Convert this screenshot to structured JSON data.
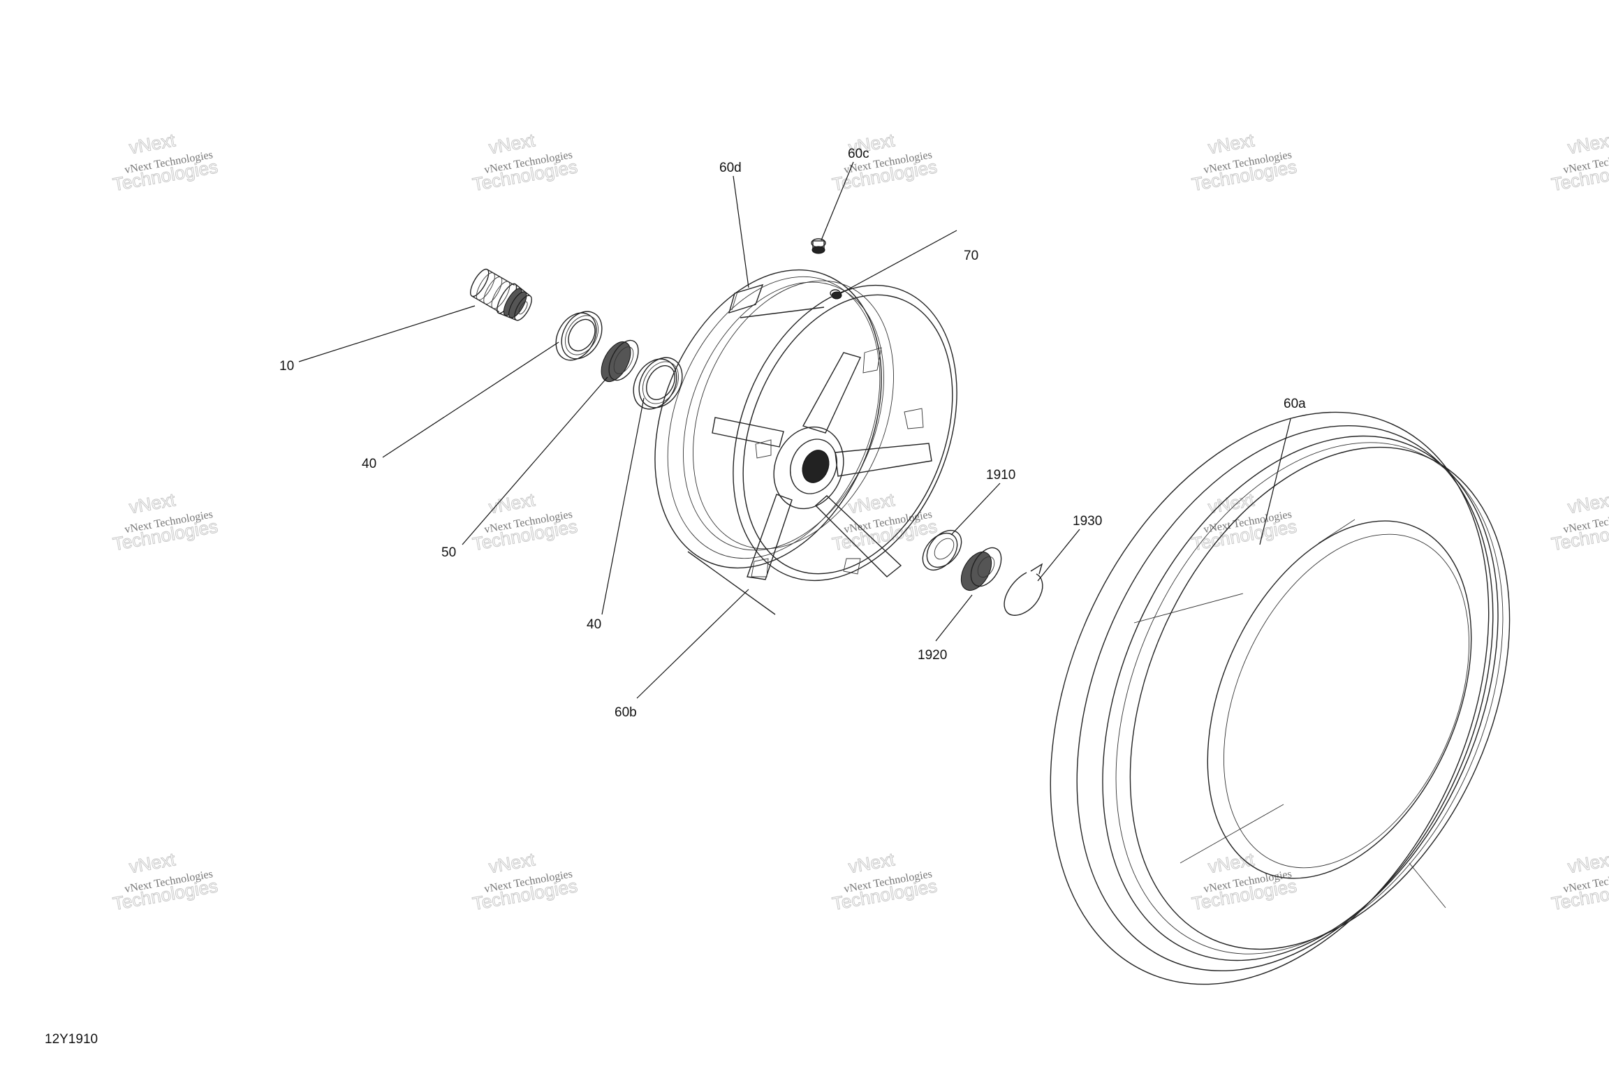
{
  "diagram": {
    "id_label": "12Y1910",
    "callouts": {
      "c10": "10",
      "c40a": "40",
      "c50": "50",
      "c40b": "40",
      "c60d": "60d",
      "c60c": "60c",
      "c70": "70",
      "c60b": "60b",
      "c1910": "1910",
      "c1930": "1930",
      "c1920": "1920",
      "c60a": "60a"
    },
    "parts": {
      "p10": "spindle",
      "p40a": "bearing",
      "p50": "needle bearing",
      "p40b": "bearing",
      "p60d": "weight",
      "p60c": "valve stem",
      "p70": "valve cap",
      "p60b": "rim",
      "p1910": "washer",
      "p1920": "castle nut",
      "p1930": "retaining clip",
      "p60a": "tire"
    }
  },
  "watermark": {
    "line1": "vNext Technologies",
    "line2": "Technologies",
    "stamp": "vNext"
  }
}
